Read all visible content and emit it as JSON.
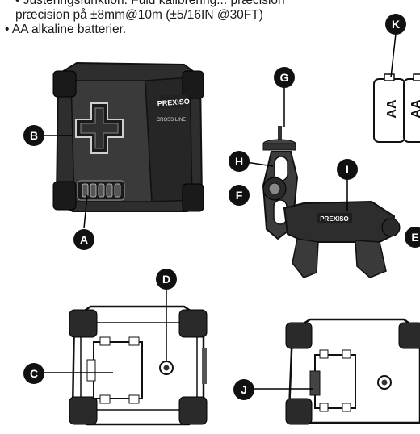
{
  "text": {
    "line1": "• Justeringsfunktion: Fuld kalibrering... præcision",
    "line2": "præcision på ±8mm@10m (±5/16IN @30FT)",
    "line3": "• AA alkaline batterier."
  },
  "brand": "PREXISO",
  "model": "CROSS LINE",
  "battery_label": "AA",
  "callouts": [
    "A",
    "B",
    "C",
    "D",
    "E",
    "F",
    "G",
    "H",
    "I",
    "J",
    "K"
  ]
}
